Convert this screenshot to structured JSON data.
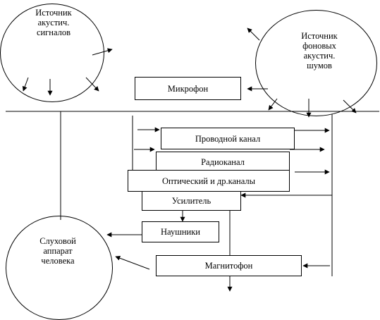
{
  "nodes": {
    "signal_source": "Источник\nакустич.\nсигналов",
    "noise_source": "Источник\nфоновых\nакустич.\nшумов",
    "hearing": "Слуховой\nаппарат\nчеловека",
    "microphone": "Микрофон",
    "wired_channel": "Проводной канал",
    "radio_channel": "Радиоканал",
    "optical_channels": "Оптический и др.каналы",
    "amplifier": "Усилитель",
    "headphones": "Наушники",
    "recorder": "Магнитофон"
  }
}
